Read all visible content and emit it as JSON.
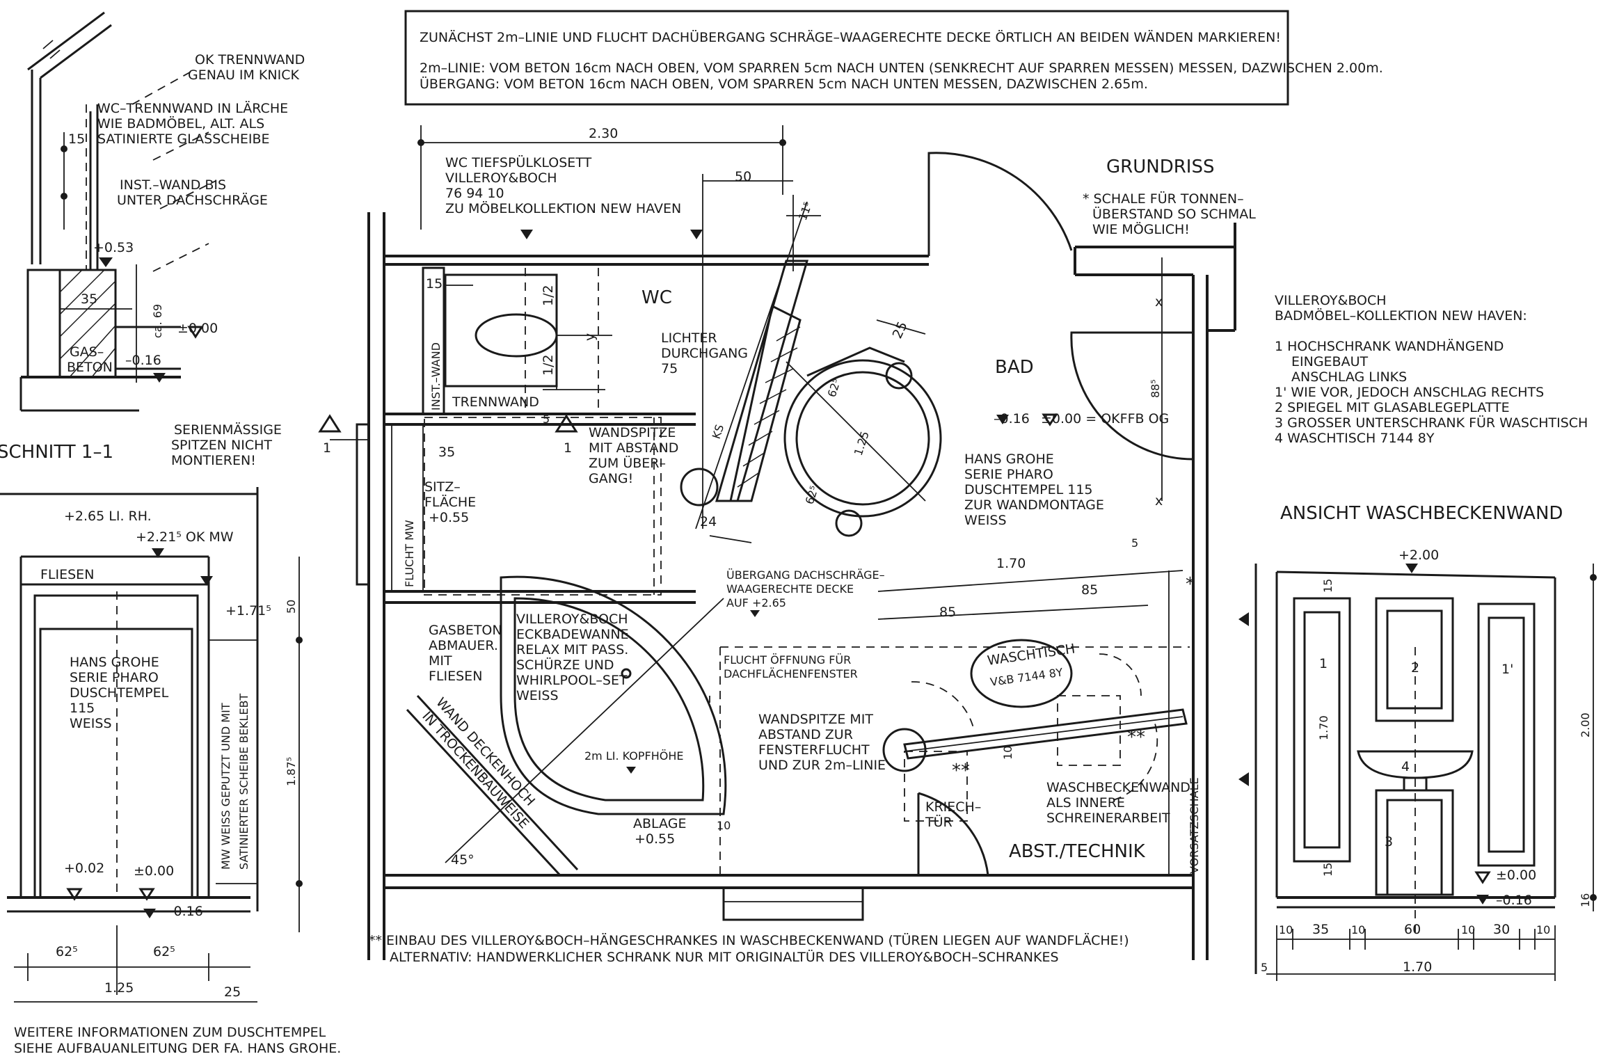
{
  "header_note": {
    "line1": "ZUNÄCHST 2m–LINIE UND FLUCHT DACHÜBERGANG SCHRÄGE–WAAGERECHTE DECKE ÖRTLICH AN BEIDEN WÄNDEN MARKIEREN!",
    "line2": "2m–LINIE: VOM BETON 16cm NACH OBEN, VOM SPARREN 5cm NACH UNTEN (SENKRECHT AUF SPARREN MESSEN) MESSEN, DAZWISCHEN 2.00m.",
    "line3": "ÜBERGANG: VOM BETON 16cm NACH OBEN, VOM SPARREN 5cm NACH UNTEN MESSEN, DAZWISCHEN 2.65m."
  },
  "section_top": {
    "ok_trennwand_1": "OK TRENNWAND",
    "ok_trennwand_2": "GENAU IM KNICK",
    "wc_trennwand_1": "WC–TRENNWAND IN LÄRCHE",
    "wc_trennwand_2": "WIE BADMÖBEL, ALT. ALS",
    "wc_trennwand_3": "SATINIERTE GLASSCHEIBE",
    "inst_wand_1": "INST.–WAND BIS",
    "inst_wand_2": "UNTER DACHSCHRÄGE",
    "dim_15": "15",
    "level_053": "+0.53",
    "dim_35": "35",
    "dim_ca69": "ca. 69",
    "level_000": "±0.00",
    "gas_1": "GAS–",
    "gas_2": "BETON",
    "level_016": "–0.16",
    "title": "SCHNITT 1–1",
    "serien_1": "SERIENMÄSSIGE",
    "serien_2": "SPITZEN NICHT",
    "serien_3": "MONTIEREN!"
  },
  "section_bottom": {
    "level_265": "+2.65 LI. RH.",
    "level_2215": "+2.21⁵ OK MW",
    "fliesen": "FLIESEN",
    "level_1715": "+1.71⁵",
    "shower_1": "HANS GROHE",
    "shower_2": "SERIE PHARO",
    "shower_3": "DUSCHTEMPEL",
    "shower_4": "115",
    "shower_5": "WEISS",
    "mw_note_1": "MW WEISS GEPUTZT UND MIT",
    "mw_note_2": "SATINIERTER SCHEIBE BEKLEBT",
    "dim_50": "50",
    "dim_1875": "1.87⁵",
    "level_002": "+0.02",
    "level_000": "±0.00",
    "level_016": "–0.16",
    "dim_625a": "62⁵",
    "dim_625b": "62⁵",
    "dim_125": "1.25",
    "dim_25": "25",
    "info_1": "WEITERE INFORMATIONEN ZUM DUSCHTEMPEL",
    "info_2": "SIEHE AUFBAUANLEITUNG DER FA. HANS GROHE."
  },
  "plan": {
    "title": "GRUNDRISS",
    "schale_1": "* SCHALE FÜR TONNEN–",
    "schale_2": "ÜBERSTAND SO SCHMAL",
    "schale_3": "WIE MÖGLICH!",
    "dim_230": "2.30",
    "wc_1": "WC TIEFSPÜLKLOSETT",
    "wc_2": "VILLEROY&BOCH",
    "wc_3": "76 94 10",
    "wc_4": "ZU MÖBELKOLLEKTION NEW HAVEN",
    "dim_50": "50",
    "dim_115": "11⁵",
    "room_wc": "WC",
    "dim_15": "15",
    "half_a": "1/2",
    "half_b": "1/2",
    "dim_y": "y",
    "lichter_1": "LICHTER",
    "lichter_2": "DURCHGANG",
    "lichter_3": "75",
    "inst_wand": "INST.–WAND",
    "trennwand": "TRENNWAND",
    "marker_1a": "1",
    "marker_1b": "1",
    "dim_5a": "5",
    "dim_35": "35",
    "sitz_1": "SITZ–",
    "sitz_2": "FLÄCHE",
    "sitz_3": "+0.55",
    "flucht_mw": "FLUCHT MW",
    "wandspitze_1": "WANDSPITZE",
    "wandspitze_2": "MIT ABSTAND",
    "wandspitze_3": "ZUM ÜBER–",
    "wandspitze_4": "GANG!",
    "dim_ks": "KS",
    "dim_24": "24",
    "dim_25": "25",
    "dim_62a": "62⁵",
    "dim_125": "1.25",
    "dim_62b": "62⁵",
    "room_bad": "BAD",
    "level_016": "–0.16",
    "level_000": "±0.00 = OKFFB OG",
    "dim_x1": "x",
    "dim_x2": "x",
    "dim_885": "88⁵",
    "shower_1": "HANS GROHE",
    "shower_2": "SERIE PHARO",
    "shower_3": "DUSCHTEMPEL 115",
    "shower_4": "ZUR WANDMONTAGE",
    "shower_5": "WEISS",
    "uebergang_1": "ÜBERGANG DACHSCHRÄGE–",
    "uebergang_2": "WAAGERECHTE DECKE",
    "uebergang_3": "AUF +2.65",
    "dim_170": "1.70",
    "dim_5b": "5",
    "dim_85a": "85",
    "dim_85b": "85",
    "star": "*",
    "gasbeton_1": "GASBETON",
    "gasbeton_2": "ABMAUER.",
    "gasbeton_3": "MIT",
    "gasbeton_4": "FLIESEN",
    "tub_1": "VILLEROY&BOCH",
    "tub_2": "ECKBADEWANNE",
    "tub_3": "RELAX MIT PASS.",
    "tub_4": "SCHÜRZE UND",
    "tub_5": "WHIRLPOOL–SET",
    "tub_6": "WEISS",
    "flucht_1": "FLUCHT ÖFFNUNG FÜR",
    "flucht_2": "DACHFLÄCHENFENSTER",
    "waschtisch_1": "WASCHTISCH",
    "waschtisch_2": "V&B 7144 8Y",
    "wand_deck_1": "WAND DECKENHOCH",
    "wand_deck_2": "IN TROCKENBAUWEISE",
    "kopf": "2m LI. KOPFHÖHE",
    "wandspitze2_1": "WANDSPITZE MIT",
    "wandspitze2_2": "ABSTAND ZUR",
    "wandspitze2_3": "FENSTERFLUCHT",
    "wandspitze2_4": "UND ZUR 2m–LINIE",
    "dstar_a": "**",
    "dstar_b": "**",
    "dim_10a": "10",
    "kriech_1": "KRIECH–",
    "kriech_2": "TÜR",
    "wb_1": "WASCHBECKENWAND",
    "wb_2": "ALS INNERE",
    "wb_3": "SCHREINERARBEIT",
    "vorsatz": "VORSATZSCHALE",
    "ablage_1": "ABLAGE",
    "ablage_2": "+0.55",
    "dim_10b": "10",
    "angle": "45°",
    "abst": "ABST./TECHNIK",
    "foot_1": "** EINBAU DES VILLEROY&BOCH–HÄNGESCHRANKES IN WASCHBECKENWAND (TÜREN LIEGEN AUF WANDFLÄCHE!)",
    "foot_2": "ALTERNATIV: HANDWERKLICHER SCHRANK NUR MIT ORIGINALTÜR DES VILLEROY&BOCH–SCHRANKES"
  },
  "legend": {
    "title_1": "VILLEROY&BOCH",
    "title_2": "BADMÖBEL–KOLLEKTION NEW HAVEN:",
    "item_1a": "1  HOCHSCHRANK WANDHÄNGEND",
    "item_1b": "EINGEBAUT",
    "item_1c": "ANSCHLAG LINKS",
    "item_1p": "1'  WIE VOR, JEDOCH ANSCHLAG RECHTS",
    "item_2": "2  SPIEGEL MIT GLASABLEGEPLATTE",
    "item_3": "3  GROSSER UNTERSCHRANK FÜR WASCHTISCH",
    "item_4": "4  WASCHTISCH 7144 8Y"
  },
  "elevation": {
    "title": "ANSICHT WASCHBECKENWAND",
    "level_200": "+2.00",
    "dim_15a": "15",
    "lbl_1": "1",
    "lbl_2": "2",
    "lbl_1p": "1'",
    "dim_170v": "1.70",
    "lbl_4": "4",
    "lbl_3": "3",
    "dim_200": "2.00",
    "dim_15b": "15",
    "level_000": "±0.00",
    "level_016": "–0.16",
    "dim_16": "16",
    "dim_10a": "10",
    "dim_35": "35",
    "dim_10b": "10",
    "dim_60": "60",
    "dim_10c": "10",
    "dim_30": "30",
    "dim_10d": "10",
    "dim_5": "5",
    "dim_170h": "1.70"
  }
}
